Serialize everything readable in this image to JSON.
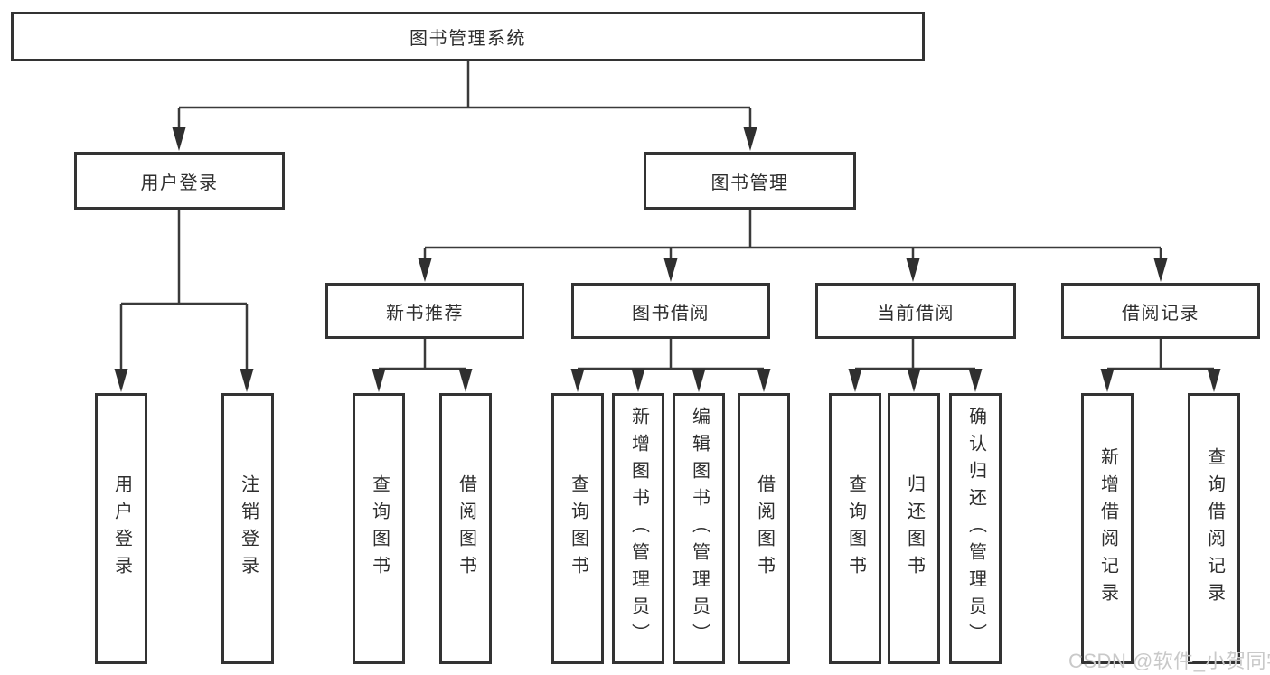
{
  "diagram": {
    "name": "library-management-system-function-tree",
    "watermark": "CSDN @软件_小贺同学",
    "colors": {
      "background": "#ffffff",
      "box_border": "#333333",
      "connector": "#3a3a3a",
      "text": "#2e2e2e",
      "watermark": "#c9c9c9"
    }
  },
  "nodes": {
    "root": {
      "label": "图书管理系统"
    },
    "l2": [
      {
        "label": "用户登录"
      },
      {
        "label": "图书管理"
      }
    ],
    "l3": [
      {
        "label": "新书推荐"
      },
      {
        "label": "图书借阅"
      },
      {
        "label": "当前借阅"
      },
      {
        "label": "借阅记录"
      }
    ],
    "leaves": [
      {
        "label": "用户登录"
      },
      {
        "label": "注销登录"
      },
      {
        "label": "查询图书"
      },
      {
        "label": "借阅图书"
      },
      {
        "label": "查询图书"
      },
      {
        "label": "新增图书（管理员）"
      },
      {
        "label": "编辑图书（管理员）"
      },
      {
        "label": "借阅图书"
      },
      {
        "label": "查询图书"
      },
      {
        "label": "归还图书"
      },
      {
        "label": "确认归还（管理员）"
      },
      {
        "label": "新增借阅记录"
      },
      {
        "label": "查询借阅记录"
      }
    ]
  }
}
